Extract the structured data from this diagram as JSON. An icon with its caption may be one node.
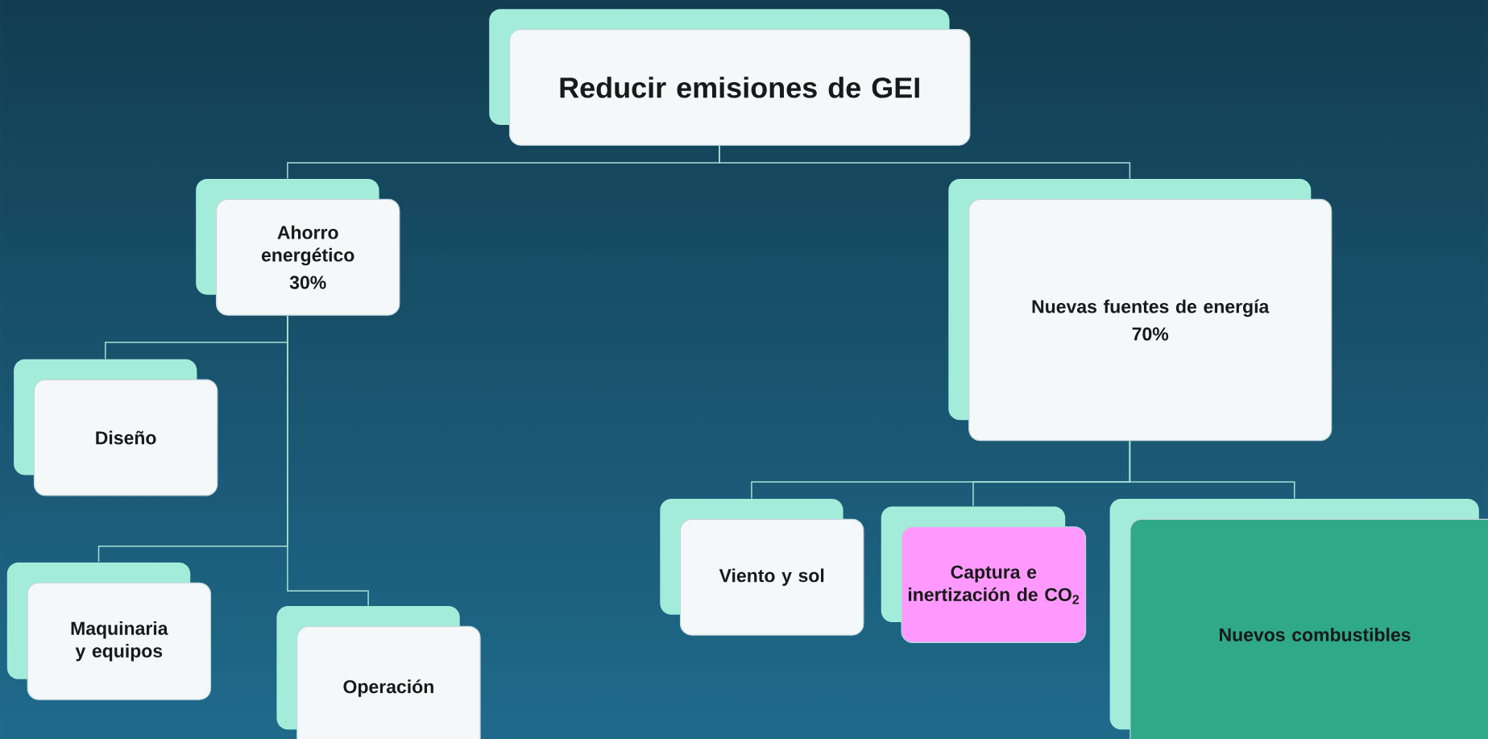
{
  "diagram": {
    "nodes": [
      {
        "text": [
          "Reducir emisiones de GEI"
        ]
      },
      {
        "text": [
          "Ahorro energético",
          "30%"
        ]
      },
      {
        "text": [
          "Nuevas fuentes de energía",
          "70%"
        ]
      },
      {
        "text": [
          "Diseño"
        ]
      },
      {
        "text": [
          "Maquinaria y equipos"
        ]
      },
      {
        "text": [
          "Operación"
        ]
      },
      {
        "text": [
          "Viento y sol"
        ]
      },
      {
        "text": [
          "Captura e inertización de CO$_{2}$"
        ]
      },
      {
        "text": [
          "Nuevos combustibles"
        ]
      }
    ],
    "edges": [
      {
        "from": 0,
        "to": 1,
        "arrow": "none"
      },
      {
        "from": 0,
        "to": 2,
        "arrow": "none"
      },
      {
        "from": 1,
        "to": 3,
        "arrow": "none"
      },
      {
        "from": 1,
        "to": 4,
        "arrow": "none"
      },
      {
        "from": 1,
        "to": 5,
        "arrow": "none"
      },
      {
        "from": 2,
        "to": 6,
        "arrow": "none"
      },
      {
        "from": 2,
        "to": 7,
        "arrow": "none"
      },
      {
        "from": 2,
        "to": 8,
        "arrow": "none"
      }
    ]
  }
}
